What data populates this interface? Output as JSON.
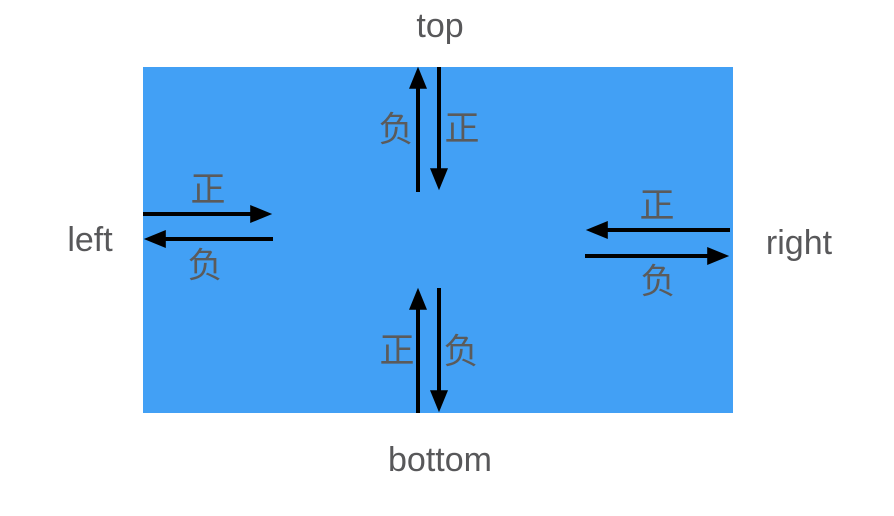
{
  "diagram": {
    "colors": {
      "background": "#ffffff",
      "box_fill": "#42a0f5",
      "arrow": "#000000",
      "edge_label_text": "#58585a",
      "direction_label_text": "#5b5b5b"
    },
    "labels": {
      "top": "top",
      "bottom": "bottom",
      "left": "left",
      "right": "right"
    },
    "directions": {
      "top": {
        "up": "负",
        "down": "正"
      },
      "bottom": {
        "up": "正",
        "down": "负"
      },
      "left": {
        "right": "正",
        "left": "负"
      },
      "right": {
        "left": "正",
        "right": "负"
      }
    }
  }
}
